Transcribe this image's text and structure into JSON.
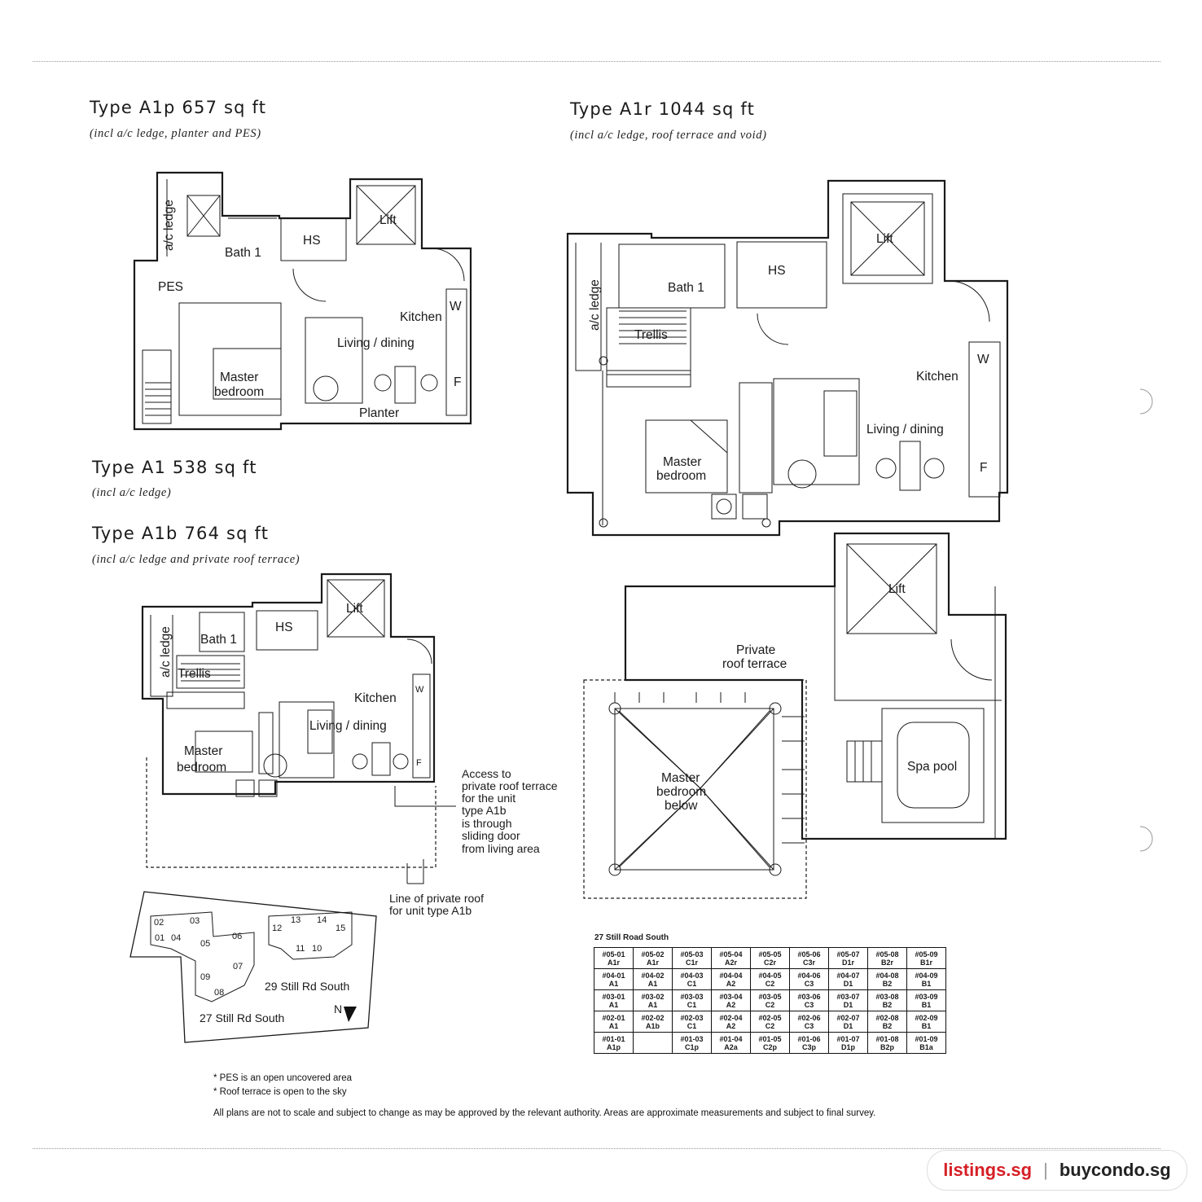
{
  "plans": {
    "a1p": {
      "title": "Type A1p 657 sq ft",
      "note": "(incl a/c ledge, planter and PES)"
    },
    "a1r": {
      "title": "Type A1r 1044 sq ft",
      "note": "(incl a/c ledge, roof terrace and void)"
    },
    "a1": {
      "title": "Type A1 538 sq ft",
      "note": "(incl a/c ledge)"
    },
    "a1b": {
      "title": "Type A1b 764 sq ft",
      "note": "(incl a/c ledge and private roof terrace)"
    }
  },
  "labels": {
    "ac_ledge": "a/c ledge",
    "bath1": "Bath 1",
    "hs": "HS",
    "lift": "Lift",
    "pes": "PES",
    "kitchen": "Kitchen",
    "living": "Living / dining",
    "master1": "Master",
    "master2": "bedroom",
    "planter": "Planter",
    "trellis": "Trellis",
    "w": "W",
    "f": "F",
    "private1": "Private",
    "private2": "roof terrace",
    "below": "below",
    "spa": "Spa pool"
  },
  "callouts": {
    "access": [
      "Access to",
      "private roof terrace",
      "for the unit",
      "type A1b",
      "is through",
      "sliding door",
      "from living area"
    ],
    "line": [
      "Line of private roof",
      "for unit type A1b"
    ]
  },
  "keyplan": {
    "units": [
      "02",
      "03",
      "01",
      "04",
      "05",
      "06",
      "07",
      "09",
      "08",
      "12",
      "13",
      "14",
      "15",
      "11",
      "10"
    ],
    "block1": "27 Still Rd South",
    "block2": "29 Still Rd South",
    "north": "N"
  },
  "stack": {
    "title": "27 Still Road South",
    "rows": [
      [
        [
          "#05-01",
          "A1r"
        ],
        [
          "#05-02",
          "A1r"
        ],
        [
          "#05-03",
          "C1r"
        ],
        [
          "#05-04",
          "A2r"
        ],
        [
          "#05-05",
          "C2r"
        ],
        [
          "#05-06",
          "C3r"
        ],
        [
          "#05-07",
          "D1r"
        ],
        [
          "#05-08",
          "B2r"
        ],
        [
          "#05-09",
          "B1r"
        ]
      ],
      [
        [
          "#04-01",
          "A1"
        ],
        [
          "#04-02",
          "A1"
        ],
        [
          "#04-03",
          "C1"
        ],
        [
          "#04-04",
          "A2"
        ],
        [
          "#04-05",
          "C2"
        ],
        [
          "#04-06",
          "C3"
        ],
        [
          "#04-07",
          "D1"
        ],
        [
          "#04-08",
          "B2"
        ],
        [
          "#04-09",
          "B1"
        ]
      ],
      [
        [
          "#03-01",
          "A1"
        ],
        [
          "#03-02",
          "A1"
        ],
        [
          "#03-03",
          "C1"
        ],
        [
          "#03-04",
          "A2"
        ],
        [
          "#03-05",
          "C2"
        ],
        [
          "#03-06",
          "C3"
        ],
        [
          "#03-07",
          "D1"
        ],
        [
          "#03-08",
          "B2"
        ],
        [
          "#03-09",
          "B1"
        ]
      ],
      [
        [
          "#02-01",
          "A1"
        ],
        [
          "#02-02",
          "A1b"
        ],
        [
          "#02-03",
          "C1"
        ],
        [
          "#02-04",
          "A2"
        ],
        [
          "#02-05",
          "C2"
        ],
        [
          "#02-06",
          "C3"
        ],
        [
          "#02-07",
          "D1"
        ],
        [
          "#02-08",
          "B2"
        ],
        [
          "#02-09",
          "B1"
        ]
      ],
      [
        [
          "#01-01",
          "A1p"
        ],
        [
          "",
          ""
        ],
        [
          "#01-03",
          "C1p"
        ],
        [
          "#01-04",
          "A2a"
        ],
        [
          "#01-05",
          "C2p"
        ],
        [
          "#01-06",
          "C3p"
        ],
        [
          "#01-07",
          "D1p"
        ],
        [
          "#01-08",
          "B2p"
        ],
        [
          "#01-09",
          "B1a"
        ]
      ]
    ]
  },
  "footnotes": {
    "pes": "* PES is an open uncovered area",
    "roof": "* Roof terrace is open to the sky",
    "disclaimer": "All plans are not to scale and subject to change as may be approved by the relevant authority. Areas are approximate measurements and subject to final survey."
  },
  "brand": {
    "site1": "listings.sg",
    "sep": "|",
    "site2": "buycondo.sg"
  }
}
